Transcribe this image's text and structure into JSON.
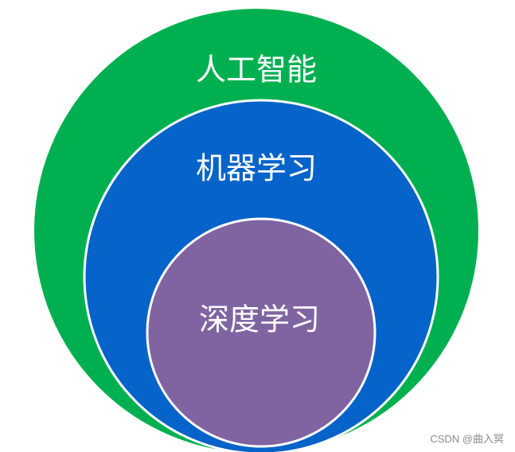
{
  "diagram": {
    "outer": {
      "label": "人工智能",
      "color": "#00b050"
    },
    "middle": {
      "label": "机器学习",
      "color": "#0563c9"
    },
    "inner": {
      "label": "深度学习",
      "color": "#8064a2"
    },
    "border_color": "#ffffff"
  },
  "watermark": "CSDN @曲入冥"
}
